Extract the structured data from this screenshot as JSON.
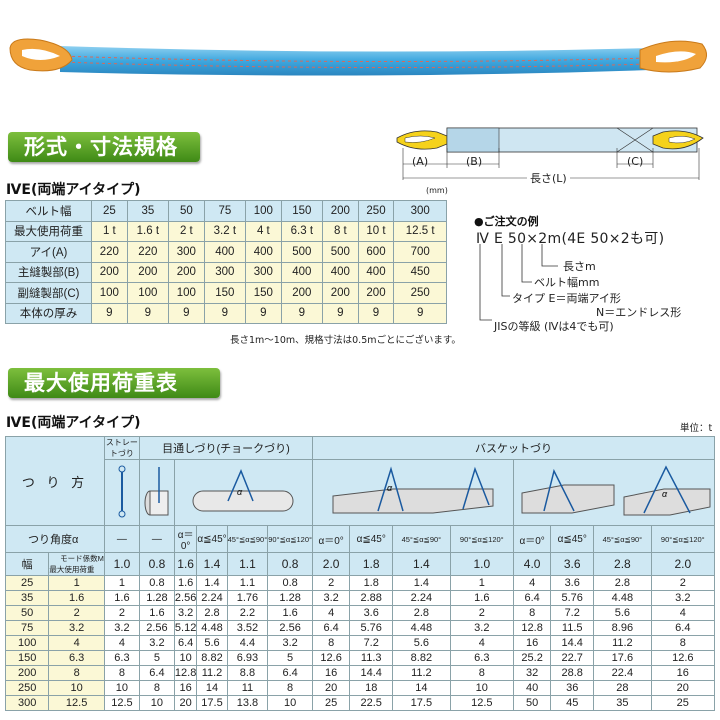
{
  "header1": "形式・寸法規格",
  "header2": "最大使用荷重表",
  "sub1": "ⅣE(両端アイタイプ)",
  "sub2": "ⅣE(両端アイタイプ)",
  "unit_label": "単位：t",
  "diagram": {
    "a": "(A)",
    "b": "(B)",
    "c": "(C)",
    "length": "長さ(L)",
    "mm": "(mm)"
  },
  "spec_table": {
    "rows": [
      {
        "label": "ベルト幅",
        "values": [
          "25",
          "35",
          "50",
          "75",
          "100",
          "150",
          "200",
          "250",
          "300"
        ]
      },
      {
        "label": "最大使用荷重",
        "values": [
          "1 t",
          "1.6 t",
          "2 t",
          "3.2 t",
          "4 t",
          "6.3 t",
          "8 t",
          "10 t",
          "12.5 t"
        ]
      },
      {
        "label": "アイ(A)",
        "values": [
          "220",
          "220",
          "300",
          "400",
          "400",
          "500",
          "500",
          "600",
          "700"
        ]
      },
      {
        "label": "主縫製部(B)",
        "values": [
          "200",
          "200",
          "200",
          "300",
          "300",
          "400",
          "400",
          "400",
          "450"
        ]
      },
      {
        "label": "副縫製部(C)",
        "values": [
          "100",
          "100",
          "100",
          "150",
          "150",
          "200",
          "200",
          "200",
          "250"
        ]
      },
      {
        "label": "本体の厚み",
        "values": [
          "9",
          "9",
          "9",
          "9",
          "9",
          "9",
          "9",
          "9",
          "9"
        ]
      }
    ]
  },
  "spec_note": "長さ1m～10m、規格寸法は0.5mごとにございます。",
  "order": {
    "title": "●ご注文の例",
    "code": "Ⅳ E 50×2m(4E 50×2も可)",
    "l1": "長さm",
    "l2": "ベルト幅mm",
    "l3": "タイプ E＝両端アイ形",
    "l4": "N＝エンドレス形",
    "l5": "JISの等級 (Ⅳは4でも可)"
  },
  "load_table": {
    "method": "つ り 方",
    "straight": "ストレートづり",
    "choke": "目通しづり(チョークづり)",
    "basket": "バスケットづり",
    "angle_label": "つり角度α",
    "angles": [
      "―",
      "―",
      "α＝0°",
      "α≦45°",
      "45°≦α≦90°",
      "90°≦α≦120°",
      "α＝0°",
      "α≦45°",
      "45°≦α≦90°",
      "90°≦α≦120°",
      "α＝0°",
      "α≦45°",
      "45°≦α≦90°",
      "90°≦α≦120°"
    ],
    "width_label": "幅",
    "load_label": "最大使用荷重",
    "mode_label": "モード係数M",
    "mode": [
      "1.0",
      "0.8",
      "1.6",
      "1.4",
      "1.1",
      "0.8",
      "2.0",
      "1.8",
      "1.4",
      "1.0",
      "4.0",
      "3.6",
      "2.8",
      "2.0"
    ],
    "rows": [
      {
        "w": "25",
        "l": "1",
        "v": [
          "1",
          "0.8",
          "1.6",
          "1.4",
          "1.1",
          "0.8",
          "2",
          "1.8",
          "1.4",
          "1",
          "4",
          "3.6",
          "2.8",
          "2"
        ]
      },
      {
        "w": "35",
        "l": "1.6",
        "v": [
          "1.6",
          "1.28",
          "2.56",
          "2.24",
          "1.76",
          "1.28",
          "3.2",
          "2.88",
          "2.24",
          "1.6",
          "6.4",
          "5.76",
          "4.48",
          "3.2"
        ]
      },
      {
        "w": "50",
        "l": "2",
        "v": [
          "2",
          "1.6",
          "3.2",
          "2.8",
          "2.2",
          "1.6",
          "4",
          "3.6",
          "2.8",
          "2",
          "8",
          "7.2",
          "5.6",
          "4"
        ]
      },
      {
        "w": "75",
        "l": "3.2",
        "v": [
          "3.2",
          "2.56",
          "5.12",
          "4.48",
          "3.52",
          "2.56",
          "6.4",
          "5.76",
          "4.48",
          "3.2",
          "12.8",
          "11.5",
          "8.96",
          "6.4"
        ]
      },
      {
        "w": "100",
        "l": "4",
        "v": [
          "4",
          "3.2",
          "6.4",
          "5.6",
          "4.4",
          "3.2",
          "8",
          "7.2",
          "5.6",
          "4",
          "16",
          "14.4",
          "11.2",
          "8"
        ]
      },
      {
        "w": "150",
        "l": "6.3",
        "v": [
          "6.3",
          "5",
          "10",
          "8.82",
          "6.93",
          "5",
          "12.6",
          "11.3",
          "8.82",
          "6.3",
          "25.2",
          "22.7",
          "17.6",
          "12.6"
        ]
      },
      {
        "w": "200",
        "l": "8",
        "v": [
          "8",
          "6.4",
          "12.8",
          "11.2",
          "8.8",
          "6.4",
          "16",
          "14.4",
          "11.2",
          "8",
          "32",
          "28.8",
          "22.4",
          "16"
        ]
      },
      {
        "w": "250",
        "l": "10",
        "v": [
          "10",
          "8",
          "16",
          "14",
          "11",
          "8",
          "20",
          "18",
          "14",
          "10",
          "40",
          "36",
          "28",
          "20"
        ]
      },
      {
        "w": "300",
        "l": "12.5",
        "v": [
          "12.5",
          "10",
          "20",
          "17.5",
          "13.8",
          "10",
          "25",
          "22.5",
          "17.5",
          "12.5",
          "50",
          "45",
          "35",
          "25"
        ]
      }
    ]
  }
}
